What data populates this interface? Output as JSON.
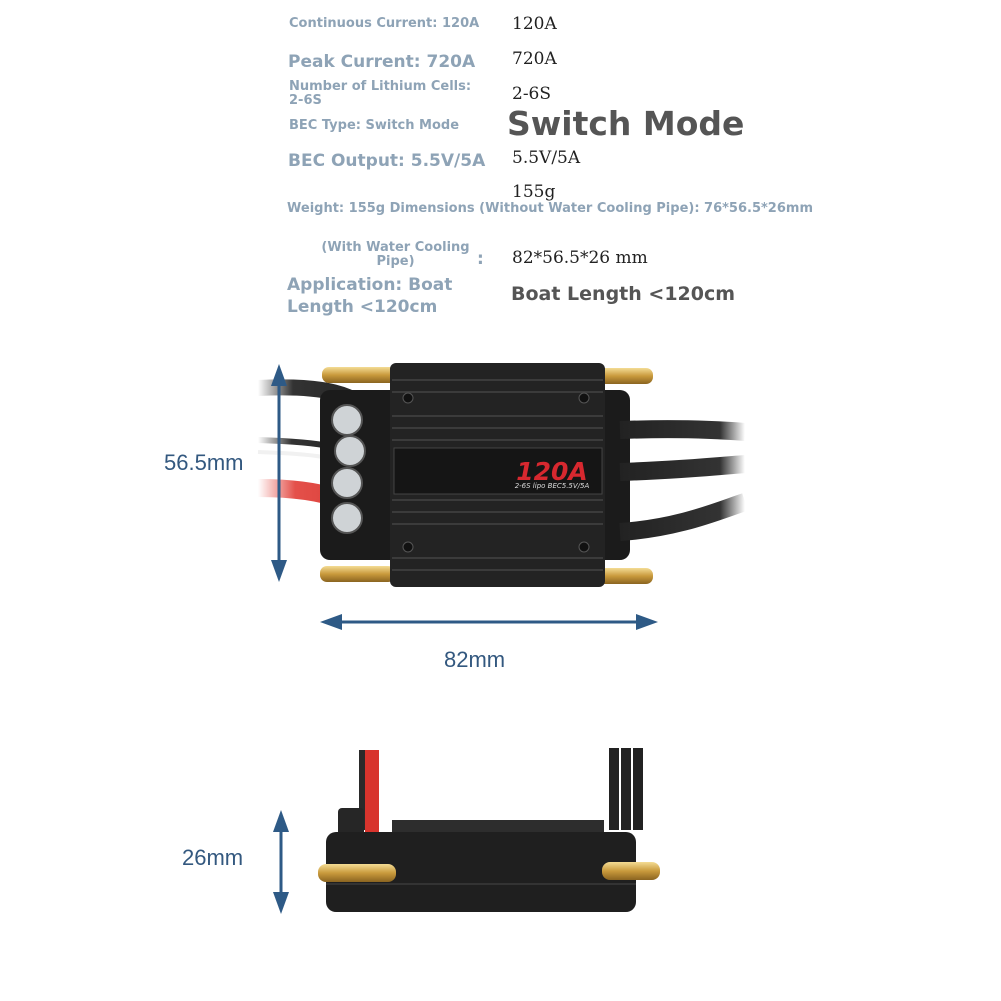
{
  "specs": {
    "continuous": {
      "label": "Continuous Current: 120A",
      "value": "120A"
    },
    "peak": {
      "label": "Peak Current: 720A",
      "value": "720A"
    },
    "cells": {
      "label": "Number of Lithium Cells: 2-6S",
      "value": "2-6S"
    },
    "bec_type": {
      "label": "BEC Type: Switch Mode",
      "value": "Switch Mode"
    },
    "bec_output": {
      "label": "BEC Output: 5.5V/5A",
      "value": "5.5V/5A"
    },
    "weight_value": "155g",
    "weight_dims_line": "Weight: 155g Dimensions (Without Water Cooling Pipe): 76*56.5*26mm",
    "water_pipe": {
      "label": "(With Water Cooling Pipe)",
      "colon": ":",
      "value": "82*56.5*26 mm"
    },
    "application": {
      "label": "Application: Boat Length <120cm",
      "value": "Boat Length <120cm"
    }
  },
  "product": {
    "badge": "120A",
    "subtitle": "2-6S lipo BEC5.5V/5A"
  },
  "dimensions": {
    "height": "56.5mm",
    "length": "82mm",
    "thickness": "26mm"
  },
  "colors": {
    "label_blue": "#8ea3b6",
    "dim_blue": "#33587f",
    "arrow_blue": "#2e5a86",
    "badge_red": "#d7282f",
    "brass": "#d8b45a"
  }
}
